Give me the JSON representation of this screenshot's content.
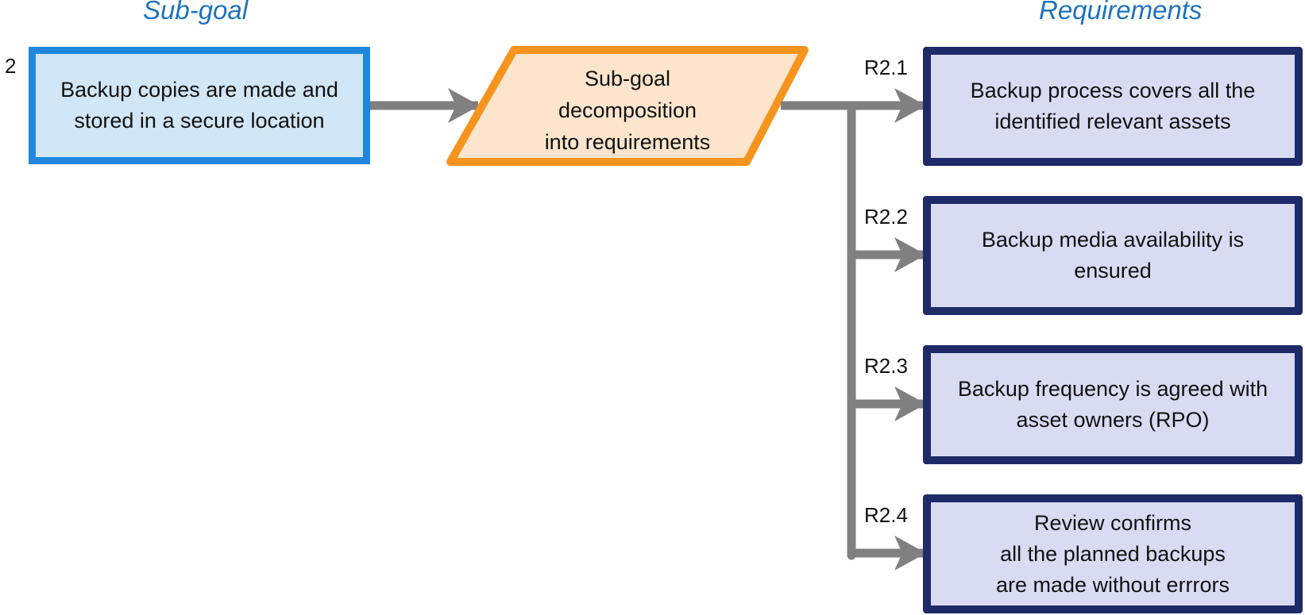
{
  "headings": {
    "left": "Sub-goal",
    "right": "Requirements"
  },
  "subgoal": {
    "number": "2",
    "text": "Backup copies are made and\nstored in a secure location"
  },
  "process": {
    "text": "Sub-goal\ndecomposition\ninto requirements"
  },
  "requirements": [
    {
      "id": "R2.1",
      "text": "Backup process covers all the\nidentified relevant assets"
    },
    {
      "id": "R2.2",
      "text": "Backup media availability is\nensured"
    },
    {
      "id": "R2.3",
      "text": "Backup frequency is agreed with\nasset owners (RPO)"
    },
    {
      "id": "R2.4",
      "text": "Review confirms\nall the planned backups\nare made without errrors"
    }
  ],
  "colors": {
    "heading": "#1e73be",
    "subgoal_fill": "#d1e6f6",
    "subgoal_border": "#1f88dd",
    "process_fill": "#fce5cc",
    "process_border": "#f7941d",
    "requirement_fill": "#d9dbf3",
    "requirement_border": "#1f2a68",
    "connector": "#808080"
  }
}
